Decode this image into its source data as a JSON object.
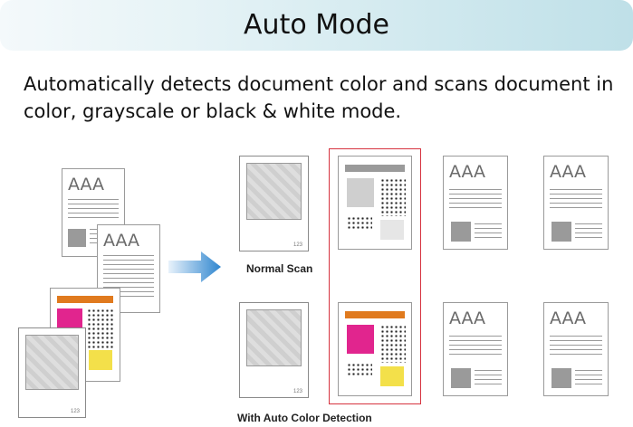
{
  "header": {
    "title": "Auto Mode"
  },
  "description": "Automatically detects document color and scans document in color, grayscale or black & white mode.",
  "doc_text": "AAA",
  "page_number": "123",
  "labels": {
    "normal_scan": "Normal Scan",
    "auto_color": "With Auto Color Detection"
  },
  "colors": {
    "highlight_box": "#d6333f",
    "orange_bar": "#e07a1e",
    "arrow": "#3a8ed0",
    "magenta_photo": "#e1258e"
  },
  "icons": [
    "printer-icon",
    "scanner-icon",
    "arrow-right-icon"
  ]
}
